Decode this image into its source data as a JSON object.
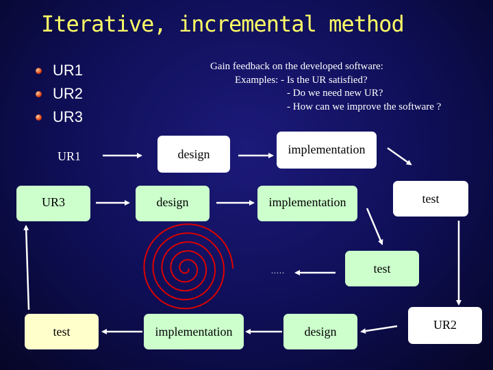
{
  "title": "Iterative, incremental method",
  "bullets": [
    "UR1",
    "UR2",
    "UR3"
  ],
  "feedback": {
    "lines": [
      "Gain feedback on the developed software:",
      "Examples: - Is the UR satisfied?",
      "- Do we need new UR?",
      "- How can we improve the software ?"
    ]
  },
  "row1": {
    "ur": "UR1",
    "design": "design",
    "implementation": "implementation"
  },
  "row2": {
    "ur": "UR3",
    "design": "design",
    "implementation": "implementation",
    "test": "test"
  },
  "row3": {
    "dots": ".....",
    "test": "test"
  },
  "row4": {
    "test": "test",
    "implementation": "implementation",
    "design": "design",
    "ur": "UR2"
  },
  "colors": {
    "title": "#ffff66",
    "box_white": "#ffffff",
    "box_green": "#ccffcc",
    "spiral": "#dd0000"
  }
}
